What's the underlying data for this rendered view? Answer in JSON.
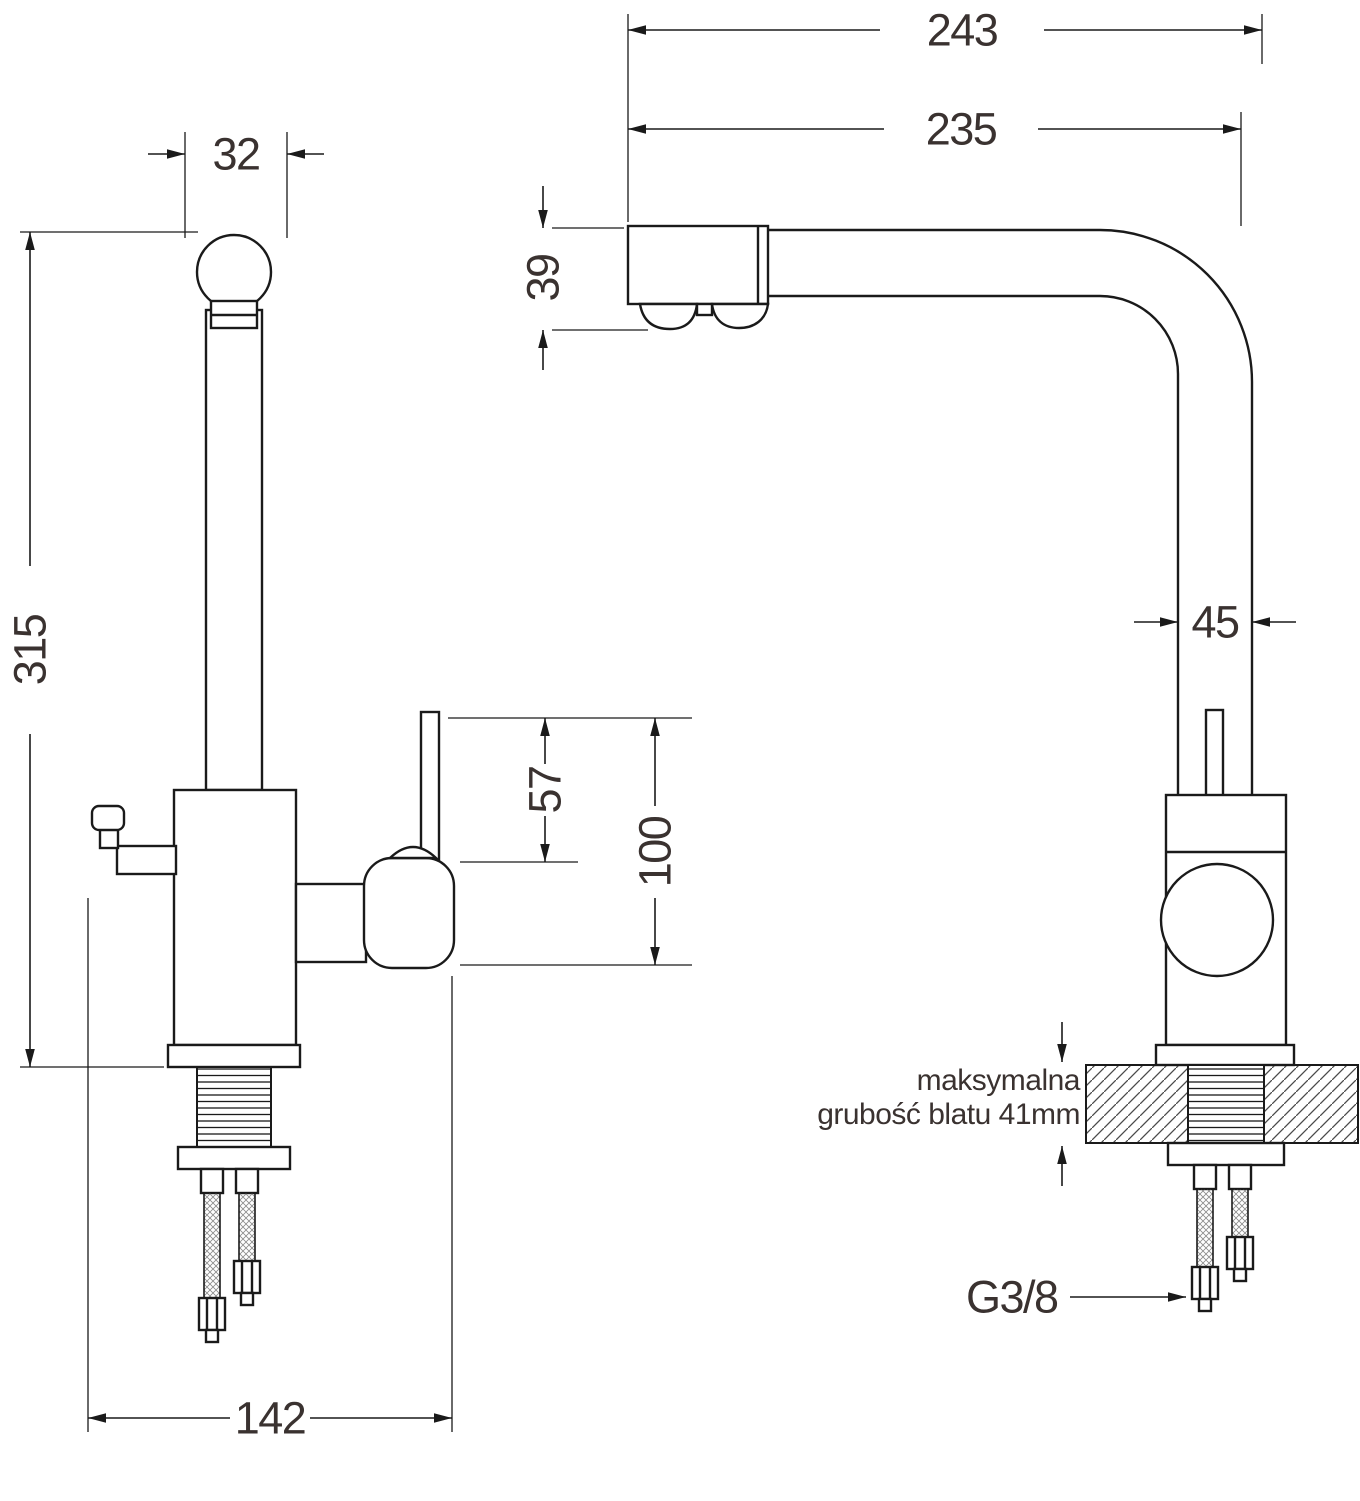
{
  "page": {
    "background": "#ffffff"
  },
  "drawing": {
    "line_color": "#1a1a1a",
    "dim_text_color": "#3a3230",
    "dimensions": {
      "spout_top_width": "32",
      "overall_depth": "243",
      "spout_reach": "235",
      "spout_head_height": "39",
      "overall_height": "315",
      "column_width": "45",
      "lever_height": "57",
      "body_height": "100",
      "base_depth": "142"
    },
    "annotations": {
      "countertop_note_line1": "maksymalna",
      "countertop_note_line2": "grubość blatu 41mm",
      "connection_thread": "G3/8"
    }
  }
}
